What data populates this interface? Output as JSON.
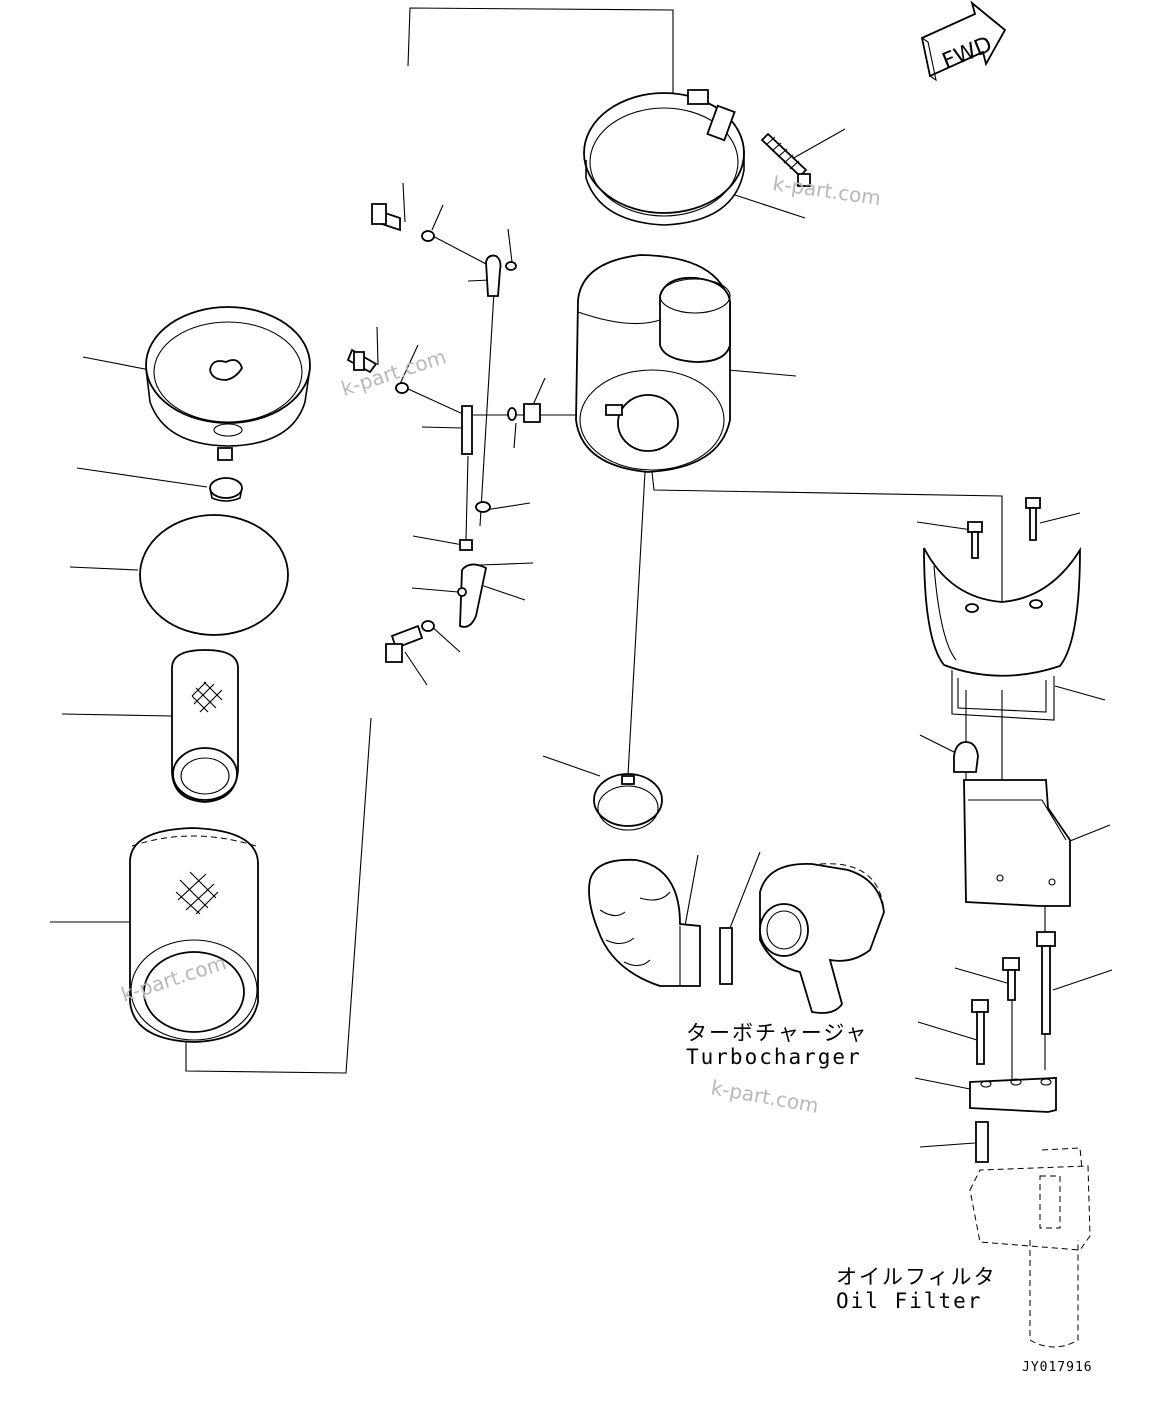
{
  "direction_marker": {
    "text": "FWD"
  },
  "labels": {
    "turbocharger_jp": "ターボチャージャ",
    "turbocharger_en": "Turbocharger",
    "oil_filter_jp": "オイルフィルタ",
    "oil_filter_en": "Oil Filter"
  },
  "watermarks": [
    "k-part.com",
    "k-part.com",
    "k-part.com",
    "k-part.com"
  ],
  "drawing_code": "JY017916"
}
